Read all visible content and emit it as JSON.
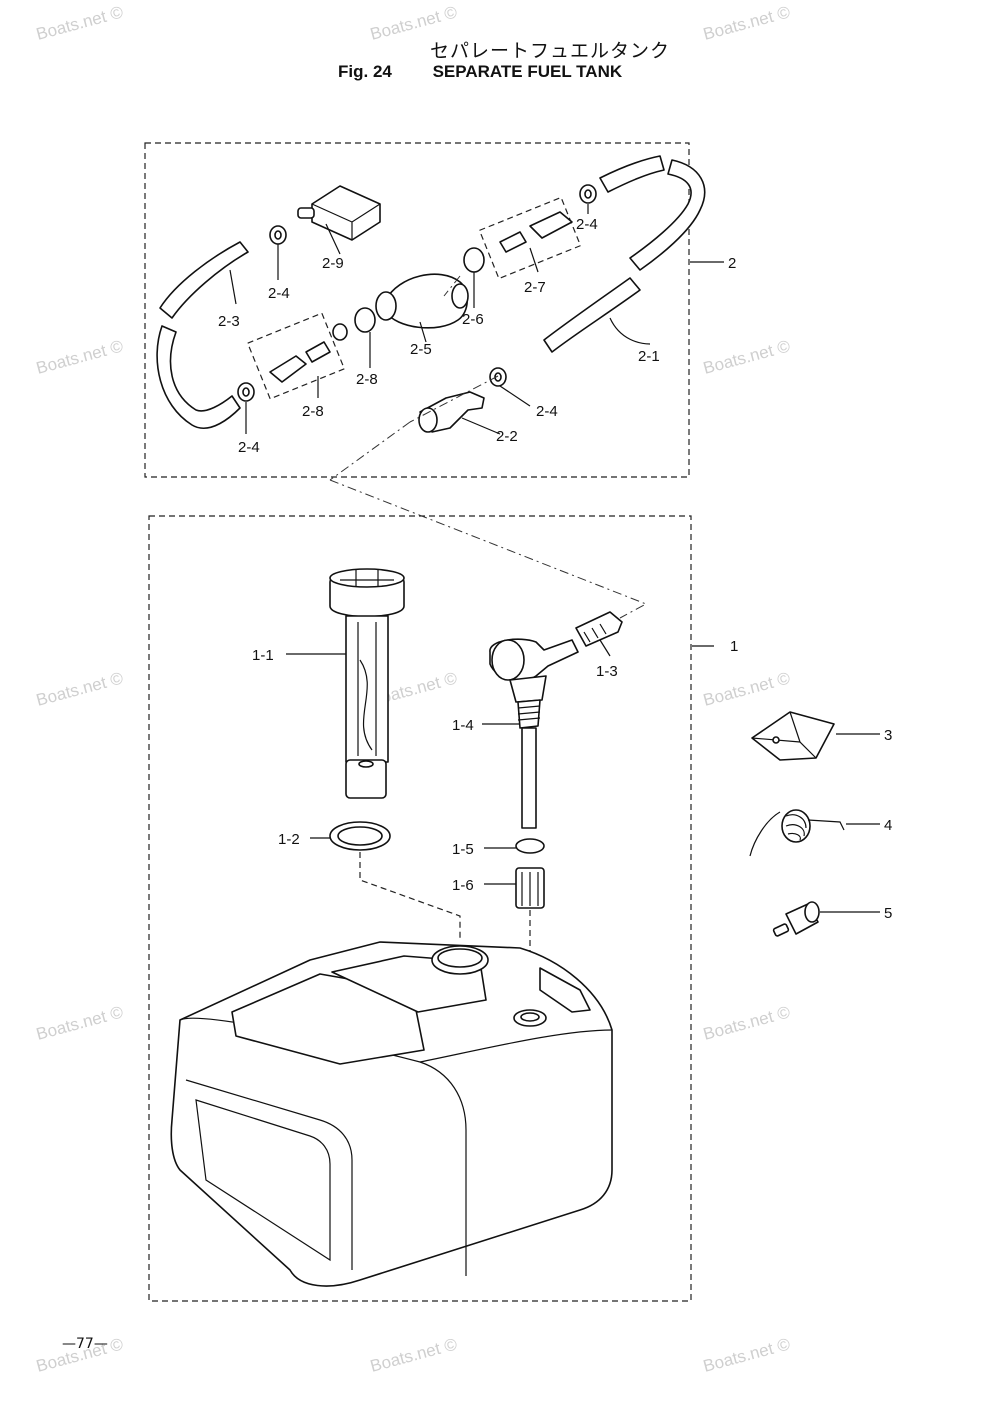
{
  "title": {
    "japanese": "セパレートフュエルタンク",
    "fig": "Fig. 24",
    "english": "SEPARATE FUEL TANK"
  },
  "watermark": "Boats.net ©",
  "page_number": "—77—",
  "callouts": {
    "c2": "2",
    "c2_1": "2-1",
    "c2_2": "2-2",
    "c2_3": "2-3",
    "c2_4a": "2-4",
    "c2_4b": "2-4",
    "c2_4c": "2-4",
    "c2_4d": "2-4",
    "c2_5": "2-5",
    "c2_6": "2-6",
    "c2_7": "2-7",
    "c2_8": "2-8",
    "c2_8b": "2-8",
    "c2_9": "2-9",
    "c1": "1",
    "c1_1": "1-1",
    "c1_2": "1-2",
    "c1_3": "1-3",
    "c1_4": "1-4",
    "c1_5": "1-5",
    "c1_6": "1-6",
    "c3": "3",
    "c4": "4",
    "c5": "5"
  },
  "colors": {
    "ink": "#111111",
    "watermark": "#cfcfcf",
    "background": "#ffffff"
  }
}
